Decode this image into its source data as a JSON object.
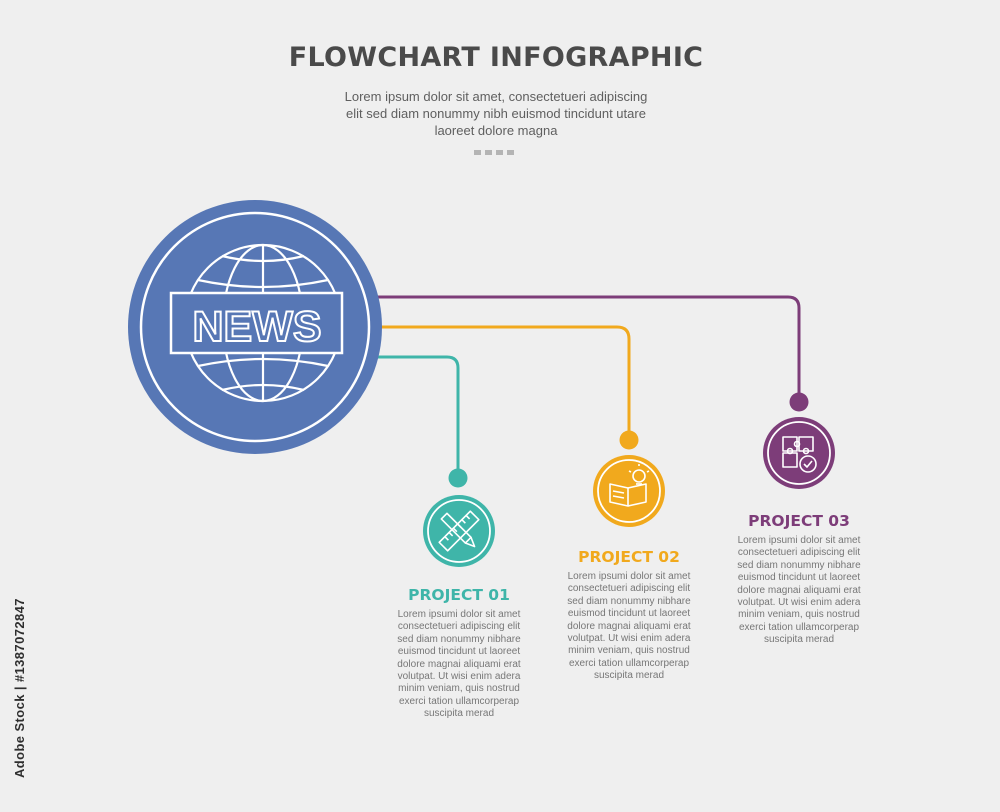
{
  "header": {
    "title": "FLOWCHART INFOGRAPHIC",
    "subtitle_lines": [
      "Lorem ipsum dolor sit amet, consectetueri adipiscing",
      "elit sed diam nonummy nibh euismod tincidunt utare",
      "laoreet dolore magna"
    ]
  },
  "hub": {
    "label": "NEWS",
    "icon": "news-globe-icon",
    "color": "#5777b5"
  },
  "projects": [
    {
      "title": "PROJECT 01",
      "color": "#3fb5a9",
      "icon": "pencil-ruler-icon",
      "description_lines": [
        "Lorem ipsumi dolor sit amet",
        "consectetueri adipiscing elit",
        "sed diam nonummy nibhare",
        "euismod tincidunt ut laoreet",
        "dolore magnai aliquami erat",
        "volutpat. Ut wisi enim adera",
        "minim veniam, quis nostrud",
        "exerci tation ullamcorperap",
        "suscipita merad"
      ]
    },
    {
      "title": "PROJECT 02",
      "color": "#f1a91d",
      "icon": "book-lightbulb-icon",
      "description_lines": [
        "Lorem ipsumi dolor sit amet",
        "consectetueri adipiscing elit",
        "sed diam nonummy nibhare",
        "euismod tincidunt ut laoreet",
        "dolore magnai aliquami erat",
        "volutpat. Ut wisi enim adera",
        "minim veniam, quis nostrud",
        "exerci tation ullamcorperap",
        "suscipita merad"
      ]
    },
    {
      "title": "PROJECT 03",
      "color": "#7d3d79",
      "icon": "puzzle-check-icon",
      "description_lines": [
        "Lorem ipsumi dolor sit amet",
        "consectetueri adipiscing elit",
        "sed diam nonummy nibhare",
        "euismod tincidunt ut laoreet",
        "dolore magnai aliquami erat",
        "volutpat. Ut wisi enim adera",
        "minim veniam, quis nostrud",
        "exerci tation ullamcorperap",
        "suscipita merad"
      ]
    }
  ],
  "watermark": "Adobe Stock | #1387072847"
}
